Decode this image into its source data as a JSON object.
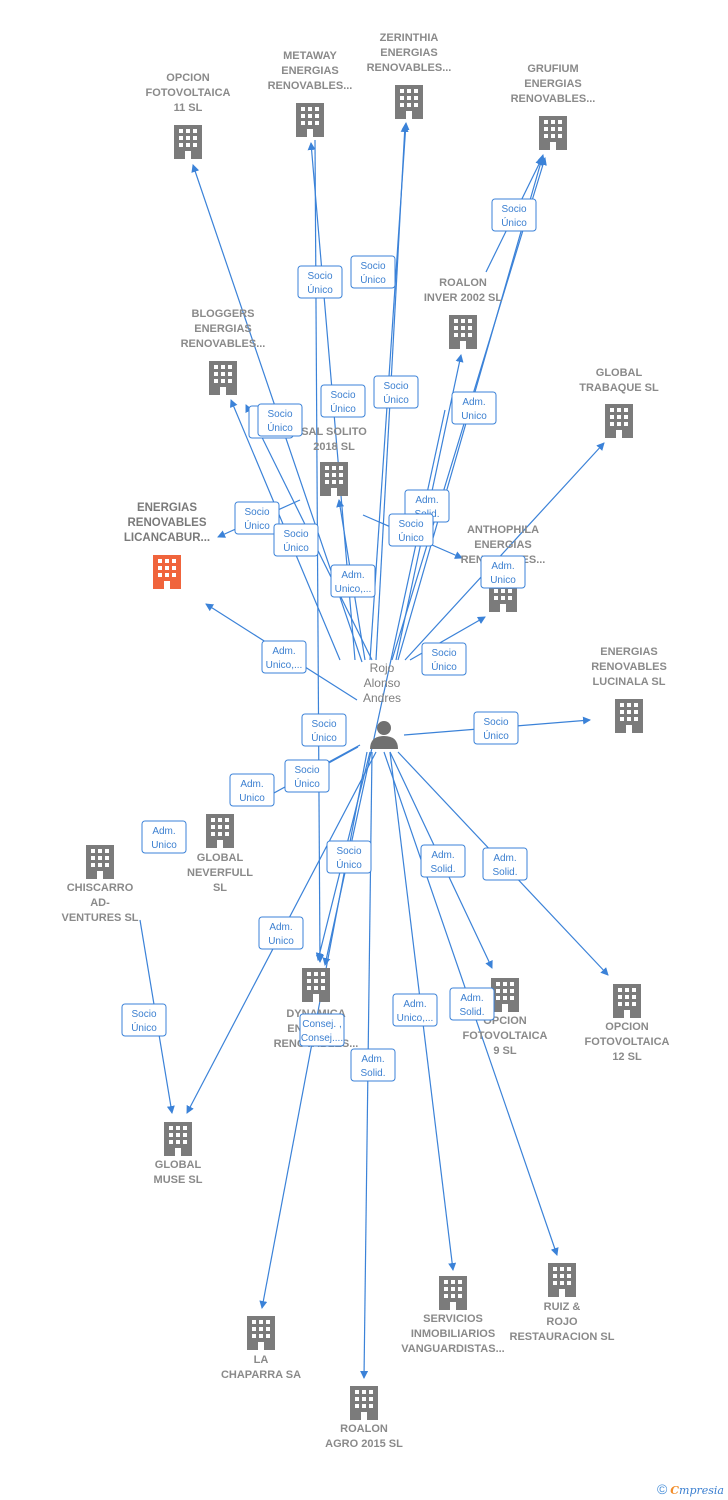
{
  "center": {
    "label_lines": [
      "Rojo",
      "Alonso",
      "Andres"
    ]
  },
  "nodes": [
    {
      "id": "opcion11",
      "lines": [
        "OPCION",
        "FOTOVOLTAICA",
        "11 SL"
      ],
      "color": "#7b7b7b"
    },
    {
      "id": "metaway",
      "lines": [
        "METAWAY",
        "ENERGIAS",
        "RENOVABLES..."
      ],
      "color": "#7b7b7b"
    },
    {
      "id": "zerinthia",
      "lines": [
        "ZERINTHIA",
        "ENERGIAS",
        "RENOVABLES..."
      ],
      "color": "#7b7b7b"
    },
    {
      "id": "grufium",
      "lines": [
        "GRUFIUM",
        "ENERGIAS",
        "RENOVABLES..."
      ],
      "color": "#7b7b7b"
    },
    {
      "id": "roalon_inver",
      "lines": [
        "ROALON",
        "INVER 2002 SL"
      ],
      "color": "#7b7b7b"
    },
    {
      "id": "bloggers",
      "lines": [
        "BLOGGERS",
        "ENERGIAS",
        "RENOVABLES..."
      ],
      "color": "#7b7b7b"
    },
    {
      "id": "global_trabaque",
      "lines": [
        "GLOBAL",
        "TRABAQUE  SL"
      ],
      "color": "#7b7b7b"
    },
    {
      "id": "sal_solito",
      "lines": [
        "SAL SOLITO",
        "2018  SL"
      ],
      "color": "#7b7b7b"
    },
    {
      "id": "licancabur",
      "lines": [
        "ENERGIAS",
        "RENOVABLES",
        "LICANCABUR..."
      ],
      "color": "#f0643c",
      "highlight": true
    },
    {
      "id": "anthophila",
      "lines": [
        "ANTHOPHILA",
        "ENERGIAS",
        "RENOVABLES..."
      ],
      "color": "#7b7b7b"
    },
    {
      "id": "lucinala",
      "lines": [
        "ENERGIAS",
        "RENOVABLES",
        "LUCINALA  SL"
      ],
      "color": "#7b7b7b"
    },
    {
      "id": "global_neverfull",
      "lines": [
        "GLOBAL",
        "NEVERFULL",
        "SL"
      ],
      "color": "#7b7b7b"
    },
    {
      "id": "chiscarro",
      "lines": [
        "CHISCARRO",
        "AD-",
        "VENTURES  SL"
      ],
      "color": "#7b7b7b"
    },
    {
      "id": "dynamica",
      "lines": [
        "DYNAMICA",
        "ENERGIAS",
        "RENOVABLES..."
      ],
      "color": "#7b7b7b"
    },
    {
      "id": "opcion9",
      "lines": [
        "OPCION",
        "FOTOVOLTAICA",
        "9 SL"
      ],
      "color": "#7b7b7b"
    },
    {
      "id": "opcion12",
      "lines": [
        "OPCION",
        "FOTOVOLTAICA",
        "12 SL"
      ],
      "color": "#7b7b7b"
    },
    {
      "id": "global_muse",
      "lines": [
        "GLOBAL",
        "MUSE  SL"
      ],
      "color": "#7b7b7b"
    },
    {
      "id": "servicios",
      "lines": [
        "SERVICIOS",
        "INMOBILIARIOS",
        "VANGUARDISTAS..."
      ],
      "color": "#7b7b7b"
    },
    {
      "id": "ruiz_rojo",
      "lines": [
        "RUIZ &",
        "ROJO",
        "RESTAURACION SL"
      ],
      "color": "#7b7b7b"
    },
    {
      "id": "chaparra",
      "lines": [
        "LA",
        "CHAPARRA SA"
      ],
      "color": "#7b7b7b"
    },
    {
      "id": "roalon_agro",
      "lines": [
        "ROALON",
        "AGRO 2015  SL"
      ],
      "color": "#7b7b7b"
    }
  ],
  "edge_labels": [
    [
      "Socio",
      "Único"
    ],
    [
      "Socio",
      "Único"
    ],
    [
      "Socio",
      "Único"
    ],
    [
      "Socio",
      "Único"
    ],
    [
      "Socio",
      "Único"
    ],
    [
      "Socio",
      "Único"
    ],
    [
      "Adm.",
      "Unico"
    ],
    [
      "Socio",
      "Único"
    ],
    [
      "Socio",
      "Único"
    ],
    [
      "Adm.",
      "Solid."
    ],
    [
      "Socio",
      "Único"
    ],
    [
      "Adm.",
      "Unico,..."
    ],
    [
      "Socio",
      "Único"
    ],
    [
      "Adm.",
      "Unico"
    ],
    [
      "Socio",
      "Único"
    ],
    [
      "Adm.",
      "Unico,..."
    ],
    [
      "Socio",
      "Único"
    ],
    [
      "Socio",
      "Único"
    ],
    [
      "Adm.",
      "Unico"
    ],
    [
      "Adm.",
      "Unico"
    ],
    [
      "Socio",
      "Único"
    ],
    [
      "Socio",
      "Único"
    ],
    [
      "Adm.",
      "Solid."
    ],
    [
      "Adm.",
      "Solid."
    ],
    [
      "Adm.",
      "Unico"
    ],
    [
      "Adm.",
      "Unico,..."
    ],
    [
      "Adm.",
      "Solid."
    ],
    [
      "Consej. ,",
      "Consej...."
    ],
    [
      "Adm.",
      "Solid."
    ],
    [
      "Socio",
      "Único"
    ]
  ],
  "footer": {
    "copyright": "©",
    "brand_initial": "C",
    "brand_rest": "mpresia"
  },
  "colors": {
    "edge": "#3b82d8",
    "node": "#7b7b7b",
    "highlight": "#f0643c"
  }
}
